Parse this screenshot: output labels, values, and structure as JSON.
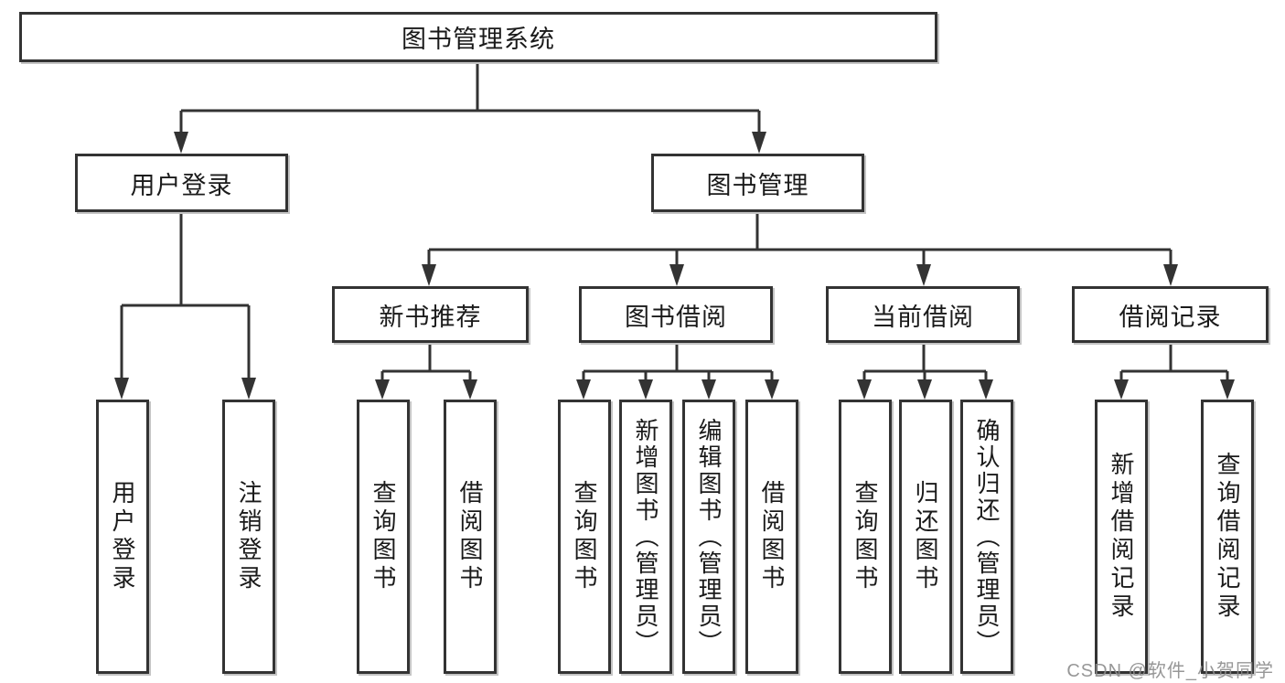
{
  "tree": {
    "label": "图书管理系统",
    "children": [
      {
        "label": "用户登录",
        "children": [
          {
            "label": "用户登录"
          },
          {
            "label": "注销登录"
          }
        ]
      },
      {
        "label": "图书管理",
        "children": [
          {
            "label": "新书推荐",
            "children": [
              {
                "label": "查询图书"
              },
              {
                "label": "借阅图书"
              }
            ]
          },
          {
            "label": "图书借阅",
            "children": [
              {
                "label": "查询图书"
              },
              {
                "label": "新增图书（管理员）"
              },
              {
                "label": "编辑图书（管理员）"
              },
              {
                "label": "借阅图书"
              }
            ]
          },
          {
            "label": "当前借阅",
            "children": [
              {
                "label": "查询图书"
              },
              {
                "label": "归还图书"
              },
              {
                "label": "确认归还（管理员）"
              }
            ]
          },
          {
            "label": "借阅记录",
            "children": [
              {
                "label": "新增借阅记录"
              },
              {
                "label": "查询借阅记录"
              }
            ]
          }
        ]
      }
    ]
  },
  "watermark": {
    "text": "CSDN @软件_小贺同学"
  },
  "colors": {
    "line": "#333333",
    "text": "#1a1a1a",
    "shadow": "#c4c4c4",
    "watermark": "#8c8c8c"
  }
}
